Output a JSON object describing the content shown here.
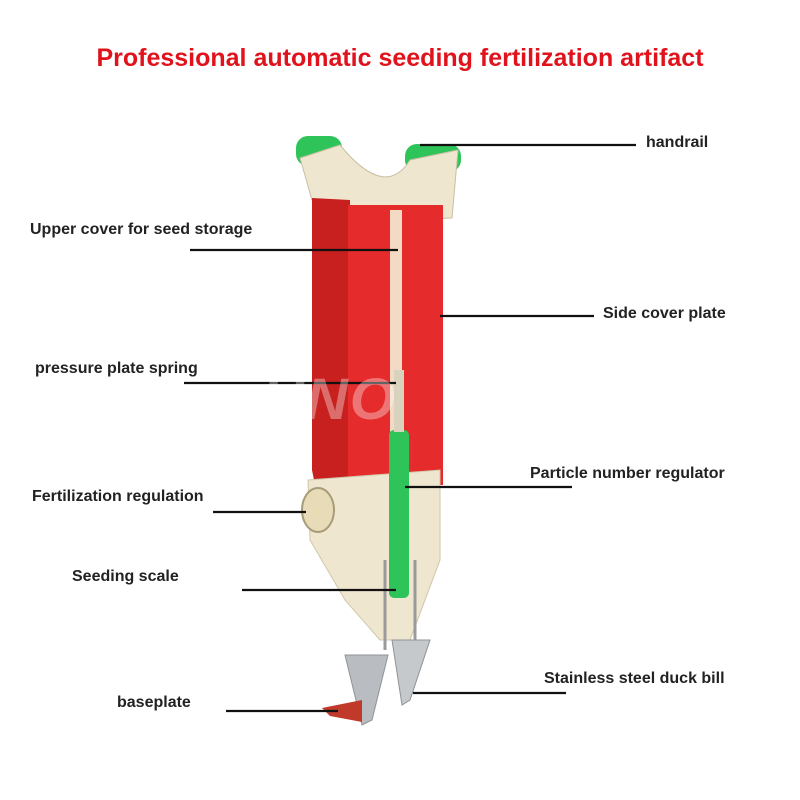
{
  "title": "Professional automatic seeding fertilization artifact",
  "watermark": "UNO",
  "colors": {
    "title": "#e0121b",
    "body_red": "#e52b2b",
    "handle_green": "#2fc45a",
    "frame_cream": "#efe6cf",
    "steel": "#b9bcc0",
    "leader_line": "#111111"
  },
  "callouts": {
    "handrail": "handrail",
    "upper_cover": "Upper cover for seed storage",
    "side_cover": "Side cover plate",
    "pressure_spring": "pressure plate spring",
    "particle_regulator": "Particle number regulator",
    "fertilization_regulation": "Fertilization regulation",
    "seeding_scale": "Seeding scale",
    "duck_bill": "Stainless steel duck bill",
    "baseplate": "baseplate"
  }
}
